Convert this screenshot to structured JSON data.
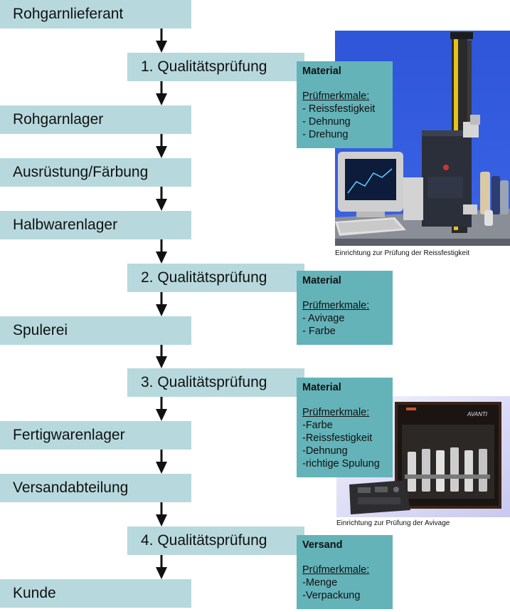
{
  "steps": [
    "Rohgarnlieferant",
    "Rohgarnlager",
    "Ausrüstung/Färbung",
    "Halbwarenlager",
    "Spulerei",
    "Fertigwarenlager",
    "Versandabteilung",
    "Kunde"
  ],
  "quality_checks": [
    "1. Qualitätsprüfung",
    "2. Qualitätsprüfung",
    "3. Qualitätsprüfung",
    "4. Qualitätsprüfung"
  ],
  "panels": [
    {
      "title": "Material",
      "label": "Prüfmerkmale:",
      "items": [
        "- Reissfestigkeit",
        "- Dehnung",
        "- Drehung"
      ]
    },
    {
      "title": "Material",
      "label": "Prüfmerkmale:",
      "items": [
        "- Avivage",
        "- Farbe"
      ]
    },
    {
      "title": "Material",
      "label": "Prüfmerkmale:",
      "items": [
        "-Farbe",
        "-Reissfestigkeit",
        "-Dehnung",
        "-richtige Spulung"
      ]
    },
    {
      "title": "Versand",
      "label": "Prüfmerkmale:",
      "items": [
        "-Menge",
        "-Verpackung"
      ]
    }
  ],
  "photos": {
    "tensile_caption": "Einrichtung zur Prüfung der Reissfestigkeit",
    "avivage_caption": "Einrichtung zur Prüfung der Avivage",
    "avivage_brand": "AVANTI"
  },
  "colors": {
    "step_fill": "#b7d9dd",
    "panel_fill": "#64b3b9",
    "arrow": "#111111"
  }
}
